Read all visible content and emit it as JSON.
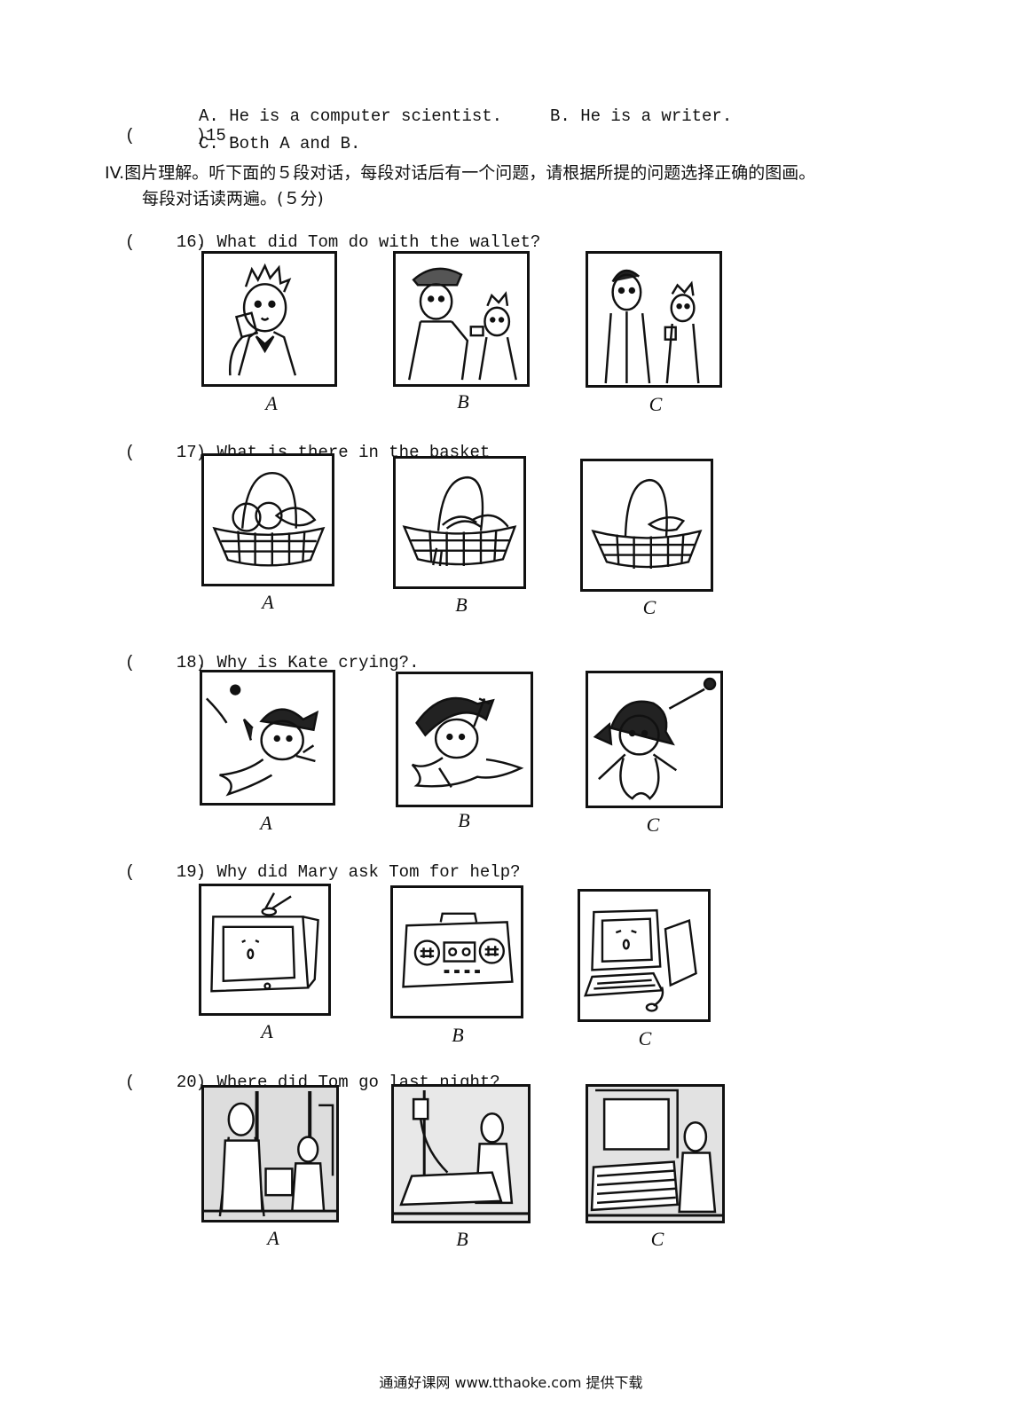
{
  "q15": {
    "paren": "(      )",
    "number": "15.",
    "option_a": "A. He is a computer scientist.",
    "option_b": "B. He is a writer.",
    "option_c": "C. Both A and B."
  },
  "section4": {
    "title": "IV.图片理解。听下面的５段对话，每段对话后有一个问题，请根据所提的问题选择正确的图画。",
    "subtitle": "每段对话读两遍。(５分)"
  },
  "questions": [
    {
      "number": "16.",
      "text": "What did Tom do with the wallet?"
    },
    {
      "number": "17.",
      "text": "What is there in the basket"
    },
    {
      "number": "18.",
      "text": "Why is Kate crying?."
    },
    {
      "number": "19.",
      "text": "Why did Mary ask Tom for help?"
    },
    {
      "number": "20.",
      "text": "Where did Tom go last night?"
    }
  ],
  "option_labels": [
    "A",
    "B",
    "C"
  ],
  "footer": "通通好课网  www.tthaoke.com  提供下载"
}
